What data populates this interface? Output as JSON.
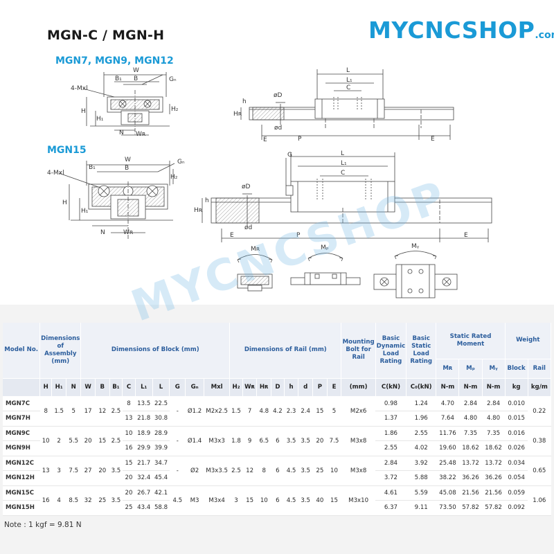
{
  "title": "MGN-C / MGN-H",
  "logo": {
    "main": "MYCNCSHOP",
    "suffix": ".com"
  },
  "subtitles": {
    "small": "MGN7, MGN9, MGN12",
    "large": "MGN15"
  },
  "labels": {
    "W": "W",
    "B": "B",
    "B1": "B₁",
    "Gn": "Gₙ",
    "Mxl": "4-Mxl",
    "H": "H",
    "H1": "H₁",
    "H2": "H₂",
    "N": "N",
    "WR": "Wʀ",
    "HR": "Hʀ",
    "h": "h",
    "D": "øD",
    "d": "ød",
    "E": "E",
    "P": "P",
    "L": "L",
    "L1": "L₁",
    "C": "C",
    "G": "G",
    "MR": "Mʀ",
    "MP": "Mₚ",
    "MY": "Mᵧ"
  },
  "table": {
    "model_no": "Model No.",
    "groups": {
      "assembly": "Dimensions of Assembly (mm)",
      "block": "Dimensions of Block (mm)",
      "rail": "Dimensions of Rail (mm)",
      "bolt": "Mounting Bolt for Rail",
      "dyn": "Basic Dynamic Load Rating",
      "stat": "Basic Static Load Rating",
      "moment": "Static Rated Moment",
      "weight": "Weight"
    },
    "sub": {
      "mr": "Mʀ",
      "mp": "Mₚ",
      "my": "Mᵧ",
      "block": "Block",
      "rail": "Rail"
    },
    "units": [
      "H",
      "H₁",
      "N",
      "W",
      "B",
      "B₁",
      "C",
      "L₁",
      "L",
      "G",
      "Gₙ",
      "Mxl",
      "H₂",
      "Wʀ",
      "Hʀ",
      "D",
      "h",
      "d",
      "P",
      "E",
      "(mm)",
      "C(kN)",
      "C₀(kN)",
      "N-m",
      "N-m",
      "N-m",
      "kg",
      "kg/m"
    ],
    "groupsData": [
      {
        "shared": [
          "8",
          "1.5",
          "5",
          "17",
          "12",
          "2.5"
        ],
        "shared2": [
          "-",
          "Ø1.2",
          "M2x2.5",
          "1.5",
          "7",
          "4.8",
          "4.2",
          "2.3",
          "2.4",
          "15",
          "5",
          "M2x6"
        ],
        "rail": "0.22",
        "rows": [
          {
            "model": "MGN7C",
            "C": "8",
            "L1": "13.5",
            "L": "22.5",
            "dyn": "0.98",
            "stat": "1.24",
            "mr": "4.70",
            "mp": "2.84",
            "my": "2.84",
            "block": "0.010"
          },
          {
            "model": "MGN7H",
            "C": "13",
            "L1": "21.8",
            "L": "30.8",
            "dyn": "1.37",
            "stat": "1.96",
            "mr": "7.64",
            "mp": "4.80",
            "my": "4.80",
            "block": "0.015"
          }
        ]
      },
      {
        "shared": [
          "10",
          "2",
          "5.5",
          "20",
          "15",
          "2.5"
        ],
        "shared2": [
          "-",
          "Ø1.4",
          "M3x3",
          "1.8",
          "9",
          "6.5",
          "6",
          "3.5",
          "3.5",
          "20",
          "7.5",
          "M3x8"
        ],
        "rail": "0.38",
        "rows": [
          {
            "model": "MGN9C",
            "C": "10",
            "L1": "18.9",
            "L": "28.9",
            "dyn": "1.86",
            "stat": "2.55",
            "mr": "11.76",
            "mp": "7.35",
            "my": "7.35",
            "block": "0.016"
          },
          {
            "model": "MGN9H",
            "C": "16",
            "L1": "29.9",
            "L": "39.9",
            "dyn": "2.55",
            "stat": "4.02",
            "mr": "19.60",
            "mp": "18.62",
            "my": "18.62",
            "block": "0.026"
          }
        ]
      },
      {
        "shared": [
          "13",
          "3",
          "7.5",
          "27",
          "20",
          "3.5"
        ],
        "shared2": [
          "-",
          "Ø2",
          "M3x3.5",
          "2.5",
          "12",
          "8",
          "6",
          "4.5",
          "3.5",
          "25",
          "10",
          "M3x8"
        ],
        "rail": "0.65",
        "rows": [
          {
            "model": "MGN12C",
            "C": "15",
            "L1": "21.7",
            "L": "34.7",
            "dyn": "2.84",
            "stat": "3.92",
            "mr": "25.48",
            "mp": "13.72",
            "my": "13.72",
            "block": "0.034"
          },
          {
            "model": "MGN12H",
            "C": "20",
            "L1": "32.4",
            "L": "45.4",
            "dyn": "3.72",
            "stat": "5.88",
            "mr": "38.22",
            "mp": "36.26",
            "my": "36.26",
            "block": "0.054"
          }
        ]
      },
      {
        "shared": [
          "16",
          "4",
          "8.5",
          "32",
          "25",
          "3.5"
        ],
        "shared2": [
          "4.5",
          "M3",
          "M3x4",
          "3",
          "15",
          "10",
          "6",
          "4.5",
          "3.5",
          "40",
          "15",
          "M3x10"
        ],
        "rail": "1.06",
        "rows": [
          {
            "model": "MGN15C",
            "C": "20",
            "L1": "26.7",
            "L": "42.1",
            "dyn": "4.61",
            "stat": "5.59",
            "mr": "45.08",
            "mp": "21.56",
            "my": "21.56",
            "block": "0.059"
          },
          {
            "model": "MGN15H",
            "C": "25",
            "L1": "43.4",
            "L": "58.8",
            "dyn": "6.37",
            "stat": "9.11",
            "mr": "73.50",
            "mp": "57.82",
            "my": "57.82",
            "block": "0.092"
          }
        ]
      }
    ]
  },
  "note": "Note : 1 kgf = 9.81 N",
  "watermark": "MYCNCSHOP"
}
